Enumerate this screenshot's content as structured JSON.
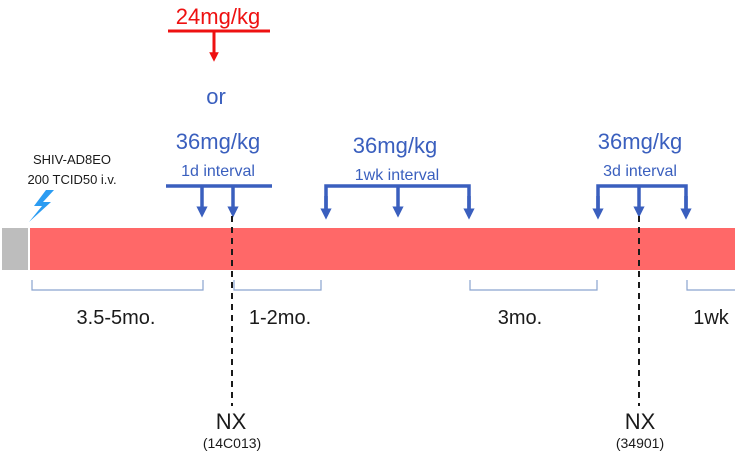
{
  "challenge": {
    "virus": "SHIV-AD8EO",
    "dose": "200 TCID50 i.v.",
    "icon": "lightning-bolt-icon"
  },
  "red_dose": {
    "label": "24mg/kg",
    "connector": "or"
  },
  "doses": [
    {
      "dose": "36mg/kg",
      "interval": "1d interval"
    },
    {
      "dose": "36mg/kg",
      "interval": "1wk interval"
    },
    {
      "dose": "36mg/kg",
      "interval": "3d interval"
    }
  ],
  "periods": [
    {
      "label": "3.5-5mo."
    },
    {
      "label": "1-2mo."
    },
    {
      "label": "3mo."
    },
    {
      "label": "1wk"
    }
  ],
  "necropsies": [
    {
      "label": "NX",
      "animal_id": "(14C013)"
    },
    {
      "label": "NX",
      "animal_id": "(34901)"
    }
  ],
  "colors": {
    "timeline_bar": "#ff6868",
    "pre_infection_block": "#bdbdbd",
    "dose_blue": "#3a5fbe",
    "red_dose": "#ee1111",
    "bolt": "#2b9cf2",
    "bracket": "#8aa4cf",
    "text": "#1a1a1a"
  }
}
